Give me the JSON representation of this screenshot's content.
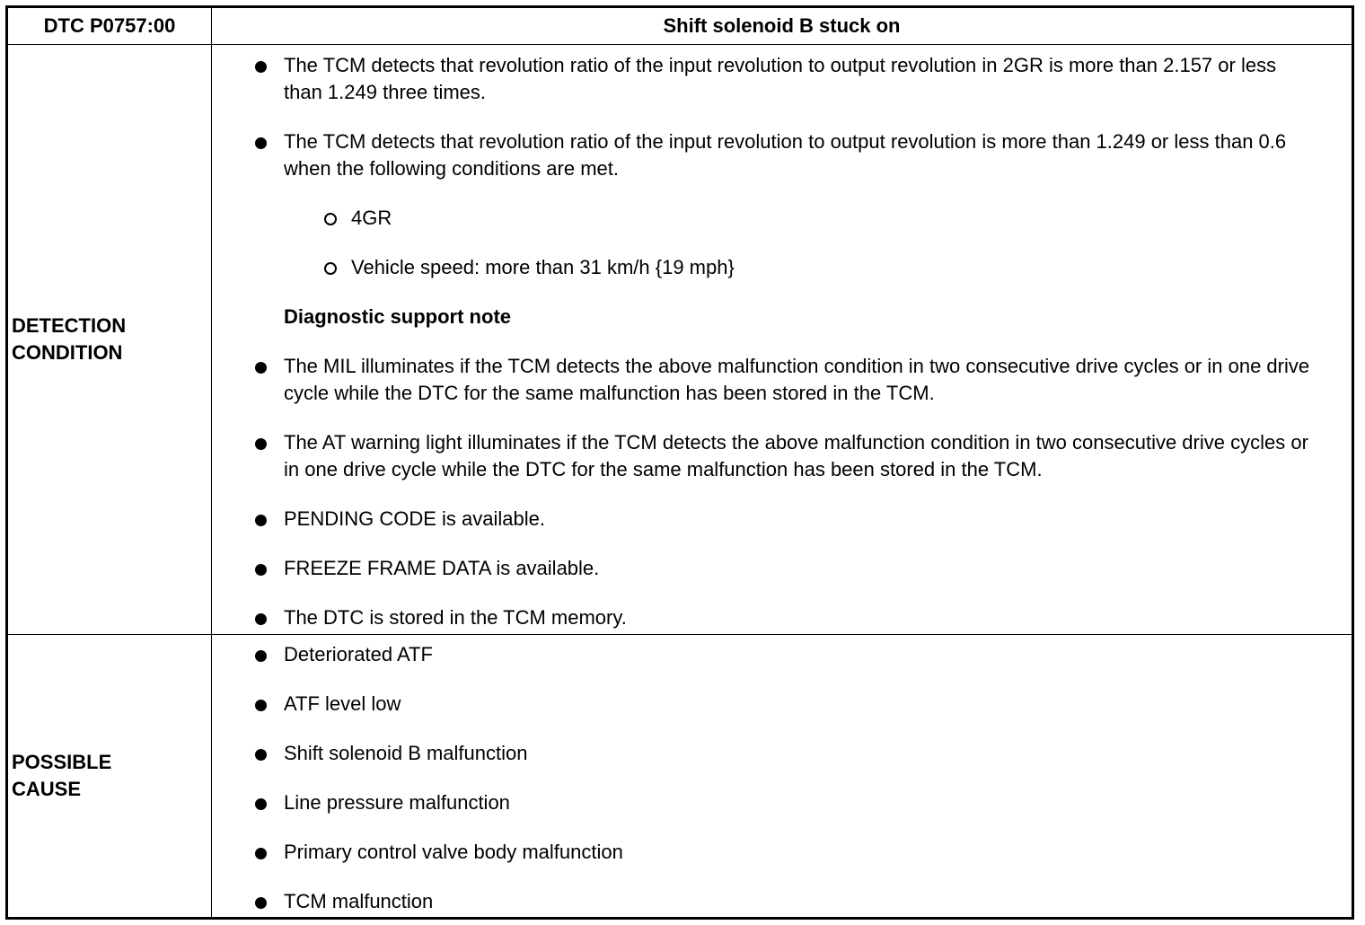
{
  "header": {
    "dtc_code": "DTC P0757:00",
    "title": "Shift solenoid B stuck on"
  },
  "detection": {
    "label_line1": "DETECTION",
    "label_line2": "CONDITION",
    "items": [
      "The TCM detects that revolution ratio of the input revolution to output revolution in 2GR is more than 2.157 or less than 1.249 three times.",
      "The TCM detects that revolution ratio of the input revolution to output revolution is more than 1.249 or less than 0.6 when the following conditions are met."
    ],
    "sub_items": [
      "4GR",
      "Vehicle speed: more than 31 km/h {19 mph}"
    ],
    "note_heading": "Diagnostic support note",
    "note_items": [
      "The MIL illuminates if the TCM detects the above malfunction condition in two consecutive drive cycles or in one drive cycle while the DTC for the same malfunction has been stored in the TCM.",
      "The AT warning light illuminates if the TCM detects the above malfunction condition in two consecutive drive cycles or in one drive cycle while the DTC for the same malfunction has been stored in the TCM.",
      "PENDING CODE is available.",
      "FREEZE FRAME DATA is available.",
      "The DTC is stored in the TCM memory."
    ]
  },
  "possible_cause": {
    "label_line1": "POSSIBLE",
    "label_line2": "CAUSE",
    "items": [
      "Deteriorated ATF",
      "ATF level low",
      "Shift solenoid B malfunction",
      "Line pressure malfunction",
      "Primary control valve body malfunction",
      "TCM malfunction"
    ]
  }
}
